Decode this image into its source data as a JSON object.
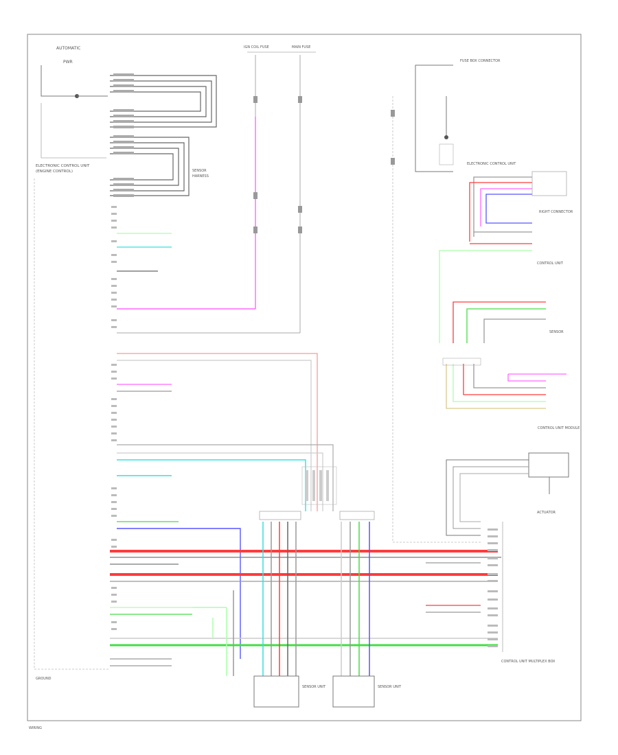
{
  "diagram": {
    "labels": {
      "top_left": "AUTOMATIC",
      "top_left_sub": "PWR",
      "ecm_left": "ELECTRONIC CONTROL UNIT",
      "ecm_left_sub": "(ENGINE CONTROL)",
      "fuse_a": "IGN COIL FUSE",
      "fuse_b": "MAIN FUSE",
      "fuse_c": "FUSE BOX CONNECTOR",
      "harness_a": "SENSOR",
      "harness_b": "HARNESS",
      "right_top": "ELECTRONIC CONTROL UNIT",
      "right_mid": "RIGHT CONNECTOR",
      "right_mid2": "CONTROL UNIT",
      "right_mid3": "SENSOR",
      "right_low": "CONTROL UNIT MODULE",
      "right_box": "ACTUATOR",
      "bottom_right": "CONTROL UNIT MULTIPLEX BOX",
      "bottom_mid_a": "SENSOR UNIT",
      "bottom_mid_b": "SENSOR UNIT",
      "bottom_left": "GROUND",
      "footer": "WIRING"
    },
    "colors": {
      "frame": "#999999",
      "wire_dark": "#666666",
      "red": "#ff3b3b",
      "pink": "#ff66ff",
      "green": "#44dd44",
      "blue": "#5555ff",
      "cyan": "#33e0e0",
      "lightgreen": "#aaffaa",
      "tan": "#d9c98a"
    }
  }
}
